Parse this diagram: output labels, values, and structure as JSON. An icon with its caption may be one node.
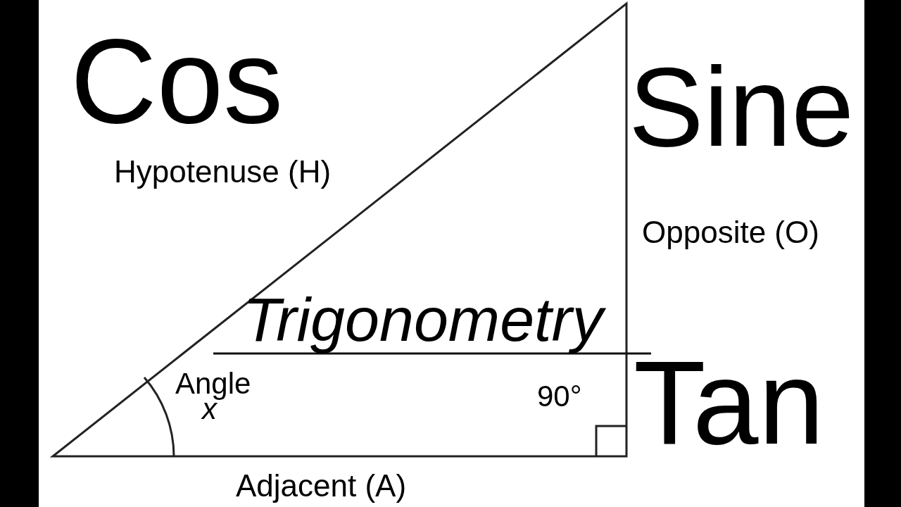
{
  "diagram": {
    "title": "Trigonometry",
    "labels": [
      "Cos",
      "Sine",
      "Hypotenuse (H)",
      "Opposite (O)",
      "Angle",
      "x",
      "90°",
      "Tan",
      "Adjacent (A)"
    ]
  }
}
